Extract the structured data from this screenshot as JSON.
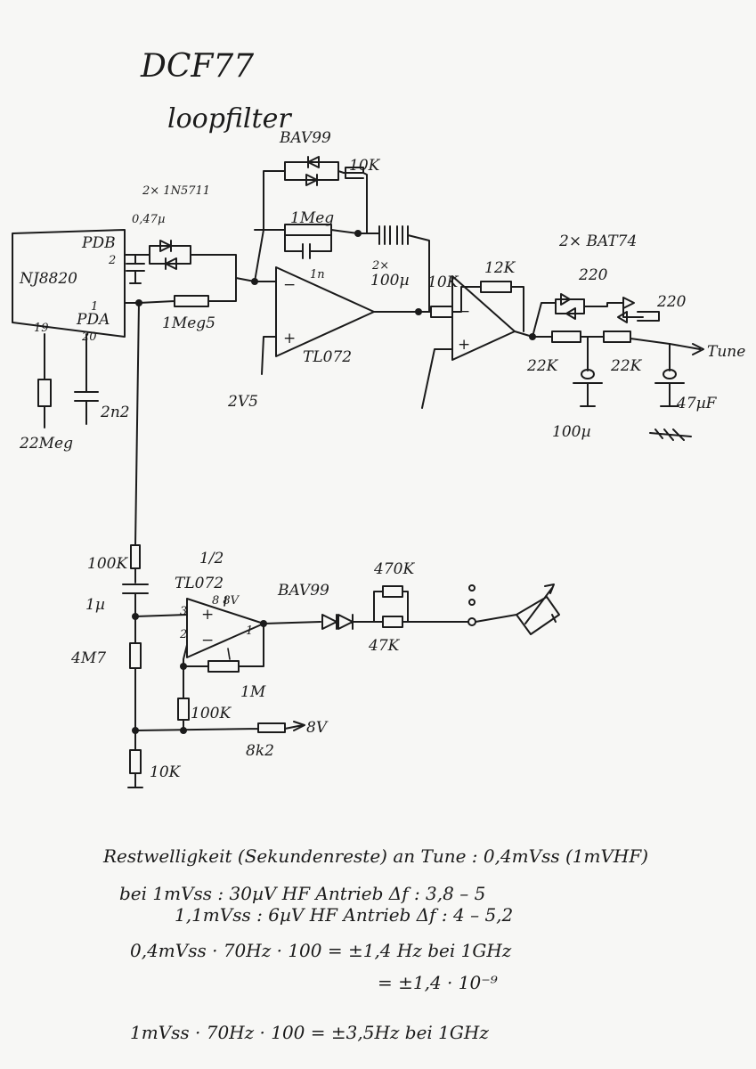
{
  "title": "DCF77",
  "subtitle": "loopfilter",
  "labels": {
    "bav99_top": "BAV99",
    "r10k_fb": "10K",
    "diodes_1n": "2× 1N5711",
    "c047": "0,47µ",
    "pdb": "PDB",
    "pin2": "2",
    "nj8820": "NJ8820",
    "pin1": "1",
    "pda": "PDA",
    "pin20": "20",
    "pin19": "19",
    "r1meg5": "1Meg5",
    "r1meg": "1Meg",
    "c1n": "1n",
    "c2x100": "2×",
    "c100u": "100µ",
    "tl072_1": "TL072",
    "v2v5": "2V5",
    "r10k_in": "10K",
    "r12k": "12K",
    "bat74": "2× BAT74",
    "r220_a": "220",
    "r220_b": "220",
    "r22k_a": "22K",
    "r22k_b": "22K",
    "c100u_b": "100µ",
    "c47u": "47µF",
    "tune": "Tune",
    "c2n2": "2n2",
    "r22meg": "22Meg",
    "r100k_a": "100K",
    "half": "1/2",
    "tl072_2": "TL072",
    "v8_top": "8 8V",
    "c1u": "1µ",
    "r4m7": "4M7",
    "r1m": "1M",
    "r100k_b": "100K",
    "r10k_bot": "10K",
    "r8k2": "8k2",
    "v8": "8V",
    "bav99_bot": "BAV99",
    "r470k": "470K",
    "r47k": "47K"
  },
  "notes": [
    "Restwelligkeit (Sekundenreste) an Tune :  0,4mVss (1mVHF)",
    "bei  1mVss :  30µV HF     Antrieb Δf : 3,8 – 5",
    "1,1mVss :  6µV HF     Antrieb Δf : 4 – 5,2",
    "0,4mVss · 70Hz · 100  =  ±1,4 Hz bei 1GHz",
    "=  ±1,4 · 10⁻⁹",
    "1mVss · 70Hz · 100  =  ±3,5Hz bei 1GHz"
  ]
}
